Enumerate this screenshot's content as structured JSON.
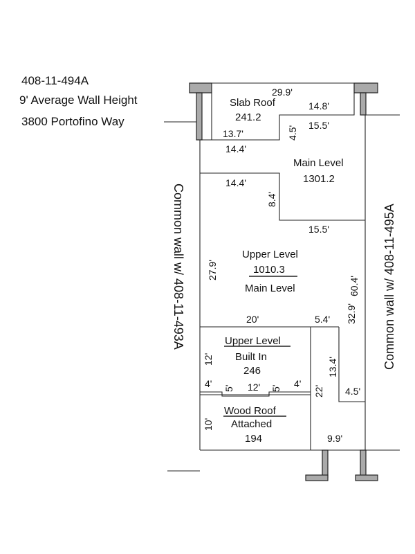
{
  "header": {
    "parcel": "408-11-494A",
    "wall_height": "9' Average Wall Height",
    "address": "3800 Portofino Way"
  },
  "side_labels": {
    "left": "Common wall w/ 408-11-493A",
    "right": "Common wall w/ 408-11-495A"
  },
  "areas": {
    "slab_roof": {
      "name": "Slab Roof",
      "value": "241.2"
    },
    "main_level": {
      "name": "Main Level",
      "value": "1301.2"
    },
    "upper_over_main": {
      "top": "Upper Level",
      "value": "1010.3",
      "bottom": "Main Level"
    },
    "upper_built_in": {
      "top": "Upper Level",
      "name": "Built In",
      "value": "246"
    },
    "wood_roof": {
      "top": "Wood Roof",
      "name": "Attached",
      "value": "194"
    }
  },
  "dimensions": {
    "d_29_9": "29.9'",
    "d_14_8": "14.8'",
    "d_4_5_top": "4.5'",
    "d_15_5_top": "15.5'",
    "d_13_7": "13.7'",
    "d_14_4_a": "14.4'",
    "d_14_4_b": "14.4'",
    "d_8_4": "8.4'",
    "d_15_5_mid": "15.5'",
    "d_27_9": "27.9'",
    "d_60_4": "60.4'",
    "d_32_9": "32.9'",
    "d_20": "20'",
    "d_5_4": "5.4'",
    "d_12_v": "12'",
    "d_13_4": "13.4'",
    "d_4_l": "4'",
    "d_5_l": "5'",
    "d_12_h": "12'",
    "d_5_r": "5'",
    "d_4_r": "4'",
    "d_22": "22'",
    "d_4_5_bottom": "4.5'",
    "d_10": "10'",
    "d_9_9": "9.9'"
  }
}
